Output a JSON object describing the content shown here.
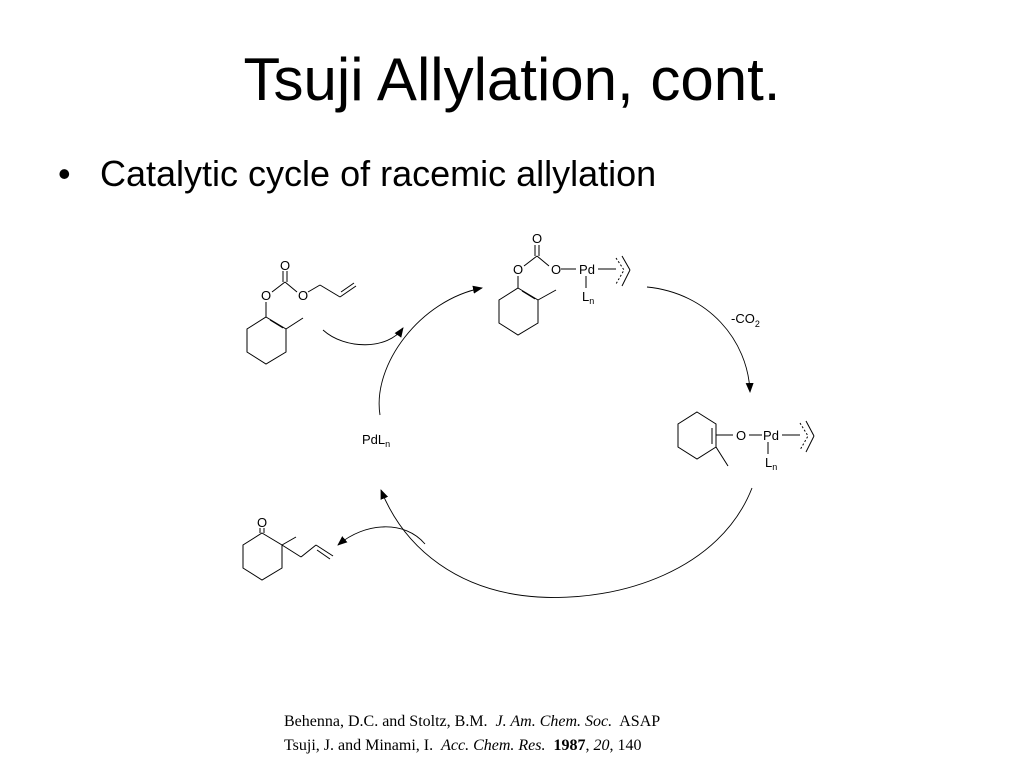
{
  "slide": {
    "title": "Tsuji Allylation, cont.",
    "bullet": "Catalytic cycle of racemic allylation"
  },
  "scheme": {
    "catalyst": {
      "main": "Pd",
      "L": "L",
      "n": "n"
    },
    "decarboxylation": {
      "prefix": "-CO",
      "sub": "2"
    },
    "atoms": {
      "O": "O",
      "Pd": "Pd",
      "L": "L",
      "n": "n"
    }
  },
  "references": [
    {
      "authors": "Behenna, D.C. and Stoltz, B.M.",
      "journal": "J. Am. Chem. Soc.",
      "rest": "ASAP"
    },
    {
      "authors": "Tsuji, J. and Minami, I.",
      "journal": "Acc. Chem. Res.",
      "year": "1987",
      "comma": ",",
      "volume": "20",
      "pages": ", 140"
    }
  ]
}
